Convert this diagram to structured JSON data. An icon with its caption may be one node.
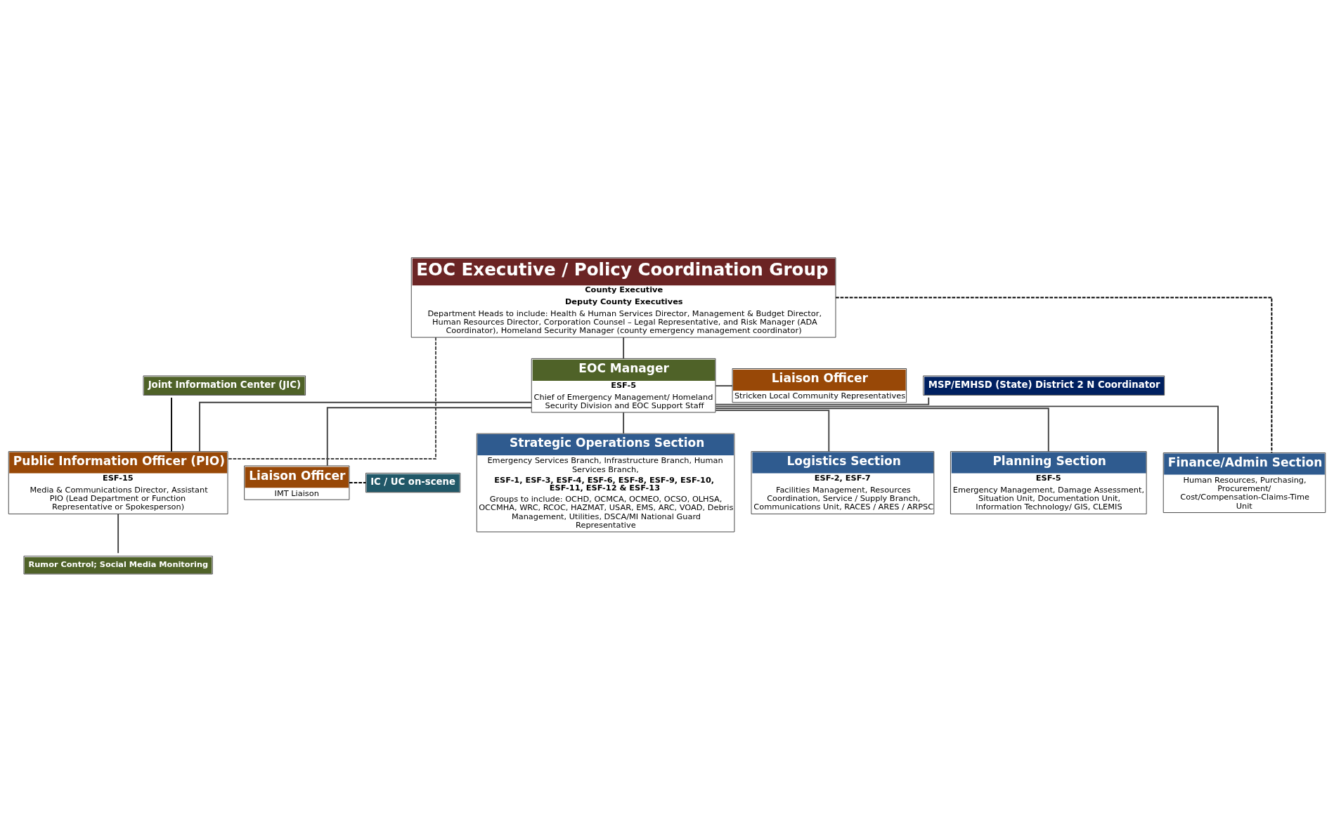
{
  "diagram": {
    "nodes": [
      {
        "text": [
          "EOC Executive / Policy Coordination Group",
          "County Executive",
          "Deputy County Executives",
          "Department Heads to include: Health & Human Services Director, Management & Budget Director, Human Resources Director, Corporation Counsel – Legal Representative, and Risk Manager (ADA Coordinator), Homeland Security Manager (county emergency management coordinator)"
        ]
      },
      {
        "text": [
          "Joint Information Center (JIC)"
        ]
      },
      {
        "text": [
          "EOC Manager",
          "ESF-5",
          "Chief of Emergency Management/ Homeland Security Division and EOC Support Staff"
        ]
      },
      {
        "text": [
          "MSP/EMHSD (State) District 2 N Coordinator"
        ]
      },
      {
        "text": [
          "Public Information Officer (PIO)",
          "ESF-15",
          "Media & Communications Director, Assistant PIO (Lead Department or Function Representative or Spokesperson)"
        ]
      },
      {
        "text": [
          "Liaison Officer",
          "Stricken Local Community Representatives"
        ]
      },
      {
        "text": [
          "Liaison Officer",
          "IMT Liaison"
        ]
      },
      {
        "text": [
          "IC / UC on-scene"
        ]
      },
      {
        "text": [
          "Rumor Control; Social Media Monitoring"
        ]
      },
      {
        "text": [
          "Strategic Operations Section",
          "Emergency Services Branch, Infrastructure Branch, Human Services Branch,",
          "ESF-1, ESF-3, ESF-4, ESF-6, ESF-8, ESF-9, ESF-10, ESF-11, ESF-12 & ESF-13",
          "Groups to include: OCHD, OCMCA, OCMEO, OCSO, OLHSA, OCCMHA, WRC, RCOC, HAZMAT, USAR, EMS, ARC, VOAD, Debris Management, Utilities, DSCA/MI National Guard Representative"
        ]
      },
      {
        "text": [
          "Logistics Section",
          "ESF-2, ESF-7",
          "Facilities Management, Resources Coordination, Service / Supply Branch, Communications Unit, RACES / ARES / ARPSC"
        ]
      },
      {
        "text": [
          "Planning Section",
          "ESF-5",
          "Emergency Management, Damage Assessment, Situation Unit, Documentation Unit, Information Technology/ GIS, CLEMIS"
        ]
      },
      {
        "text": [
          "Finance/Admin Section",
          "Human Resources, Purchasing, Procurement/ Cost/Compensation-Claims-Time Unit"
        ]
      }
    ],
    "edges": [
      {
        "from": 0,
        "to": 2,
        "arrow": "none"
      },
      {
        "from": 0,
        "to": 4,
        "arrow": "none",
        "style": "dashed"
      },
      {
        "from": 0,
        "to": 12,
        "arrow": "none",
        "style": "dashed",
        "color": "#000000"
      },
      {
        "from": 1,
        "to": 4,
        "arrow": "none",
        "color": "#000000"
      },
      {
        "from": 2,
        "to": 3,
        "arrow": "none"
      },
      {
        "from": 2,
        "to": 5,
        "arrow": "none"
      },
      {
        "from": 2,
        "to": 4,
        "arrow": "none"
      },
      {
        "from": 2,
        "to": 6,
        "arrow": "none"
      },
      {
        "from": 6,
        "to": 7,
        "arrow": "none",
        "style": "dashed",
        "color": "#000000"
      },
      {
        "from": 4,
        "to": 8,
        "arrow": "none"
      },
      {
        "from": 2,
        "to": 9,
        "arrow": "none"
      },
      {
        "from": 2,
        "to": 10,
        "arrow": "none"
      },
      {
        "from": 2,
        "to": 11,
        "arrow": "none"
      },
      {
        "from": 2,
        "to": 12,
        "arrow": "none"
      }
    ]
  }
}
